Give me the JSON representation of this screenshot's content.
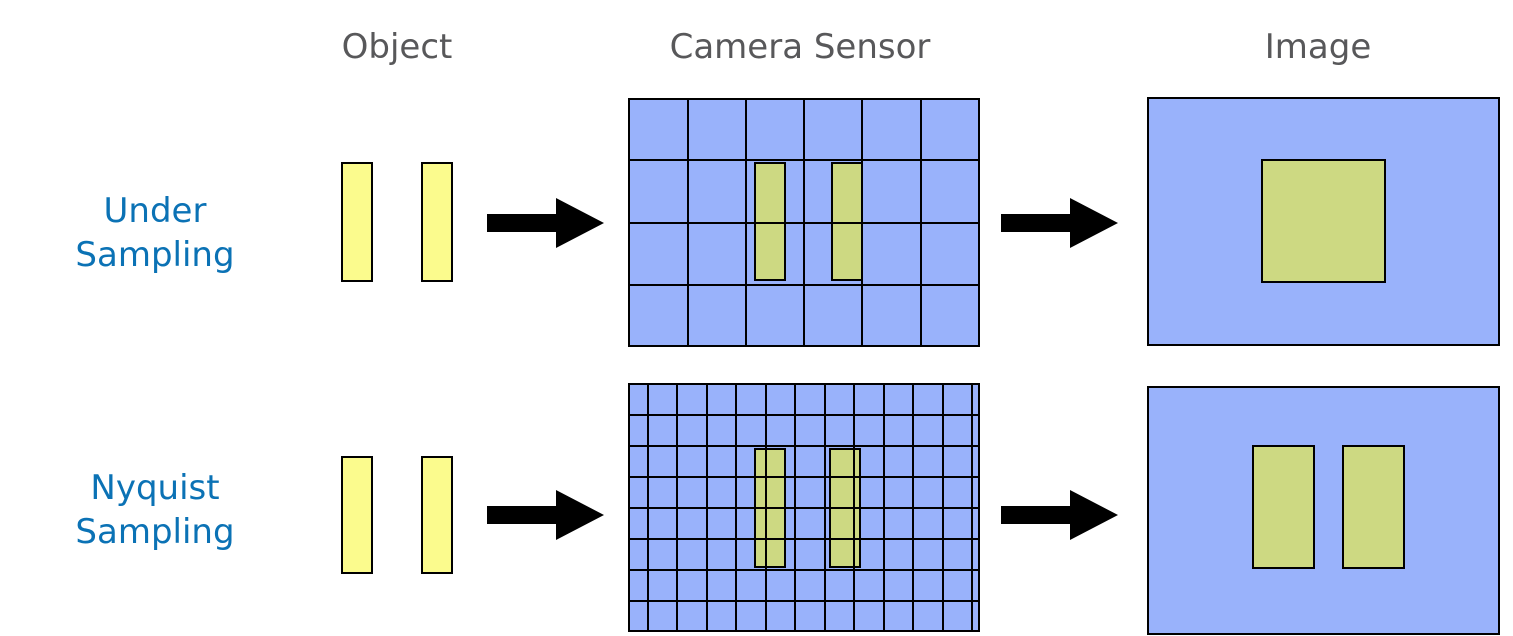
{
  "columns": {
    "object": "Object",
    "sensor": "Camera Sensor",
    "image": "Image"
  },
  "rows": {
    "under": {
      "line1": "Under",
      "line2": "Sampling"
    },
    "nyquist": {
      "line1": "Nyquist",
      "line2": "Sampling"
    }
  },
  "colors": {
    "label_blue": "#0b72b5",
    "header_gray": "#58585a",
    "sensor_blue": "#99b2fb",
    "object_yellow": "#fbfb8d",
    "image_green": "#cdd982",
    "arrow_black": "#000000"
  },
  "icons": [
    "right-arrow-icon"
  ]
}
